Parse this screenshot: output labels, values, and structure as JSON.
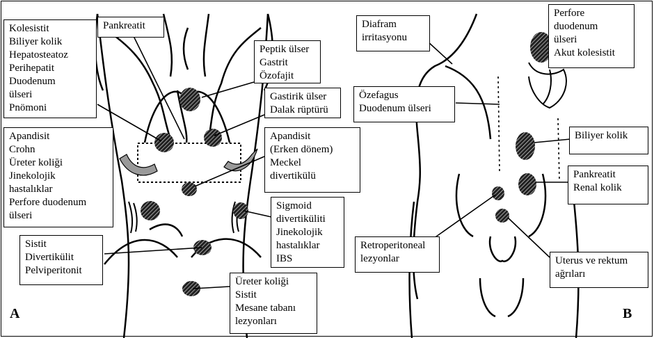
{
  "panels": {
    "a_letter": "A",
    "b_letter": "B"
  },
  "labels_a": {
    "pankreatit": "Pankreatit",
    "kolesistit": "Kolesistit\nBiliyer kolik\nHepatosteatoz\nPerihepatit\nDuodenum\nülseri\nPnömoni",
    "peptik": "Peptik ülser\nGastrit\nÖzofajit",
    "gastrik": "Gastirik ülser\nDalak rüptürü",
    "apandisit_right": "Apandisit\nCrohn\nÜreter koliği\nJinekolojik\nhastalıklar\nPerfore duodenum\nülseri",
    "apandisit_erken": "Apandisit\n(Erken dönem)\nMeckel\ndivertikülü",
    "sigmoid": "Sigmoid\ndivertiküliti\nJinekolojik\nhastalıklar\nIBS",
    "sistit": "Sistit\nDivertikülit\nPelviperitonit",
    "ureter": "Üreter koliği\nSistit\nMesane tabanı\nlezyonları"
  },
  "labels_b": {
    "diafram": "Diafram\nirritasyonu",
    "perfore": "Perfore\nduodenum\nülseri\nAkut  kolesistit",
    "ozefagus": "Özefagus\nDuodenum ülseri",
    "biliyer": "Biliyer kolik",
    "pankreatit_renal": "Pankreatit\nRenal kolik",
    "retroperitoneal": "Retroperitoneal\nlezyonlar",
    "uterus": "Uterus ve rektum\nağrıları"
  },
  "colors": {
    "ink": "#000000",
    "pain_area": "#1a1a1a",
    "arrow_fill": "#9a9a9a"
  }
}
